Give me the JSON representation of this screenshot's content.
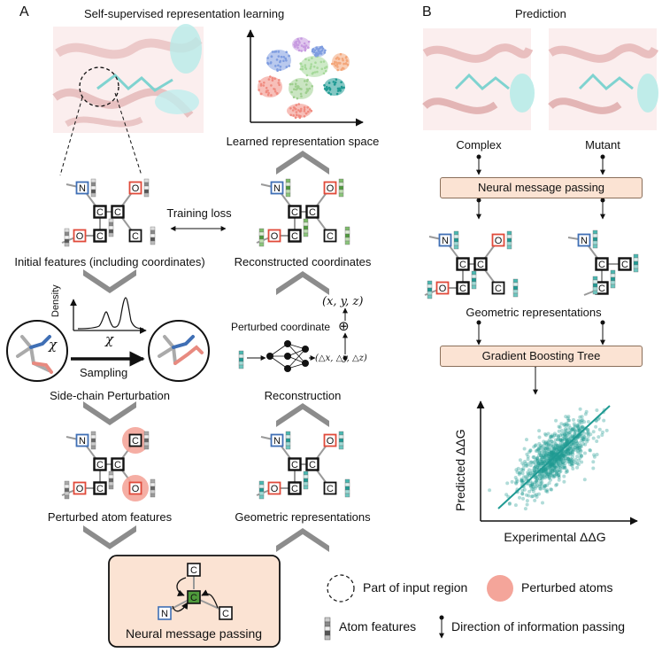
{
  "panels": {
    "a_letter": "A",
    "b_letter": "B",
    "a_title": "Self-supervised representation learning",
    "b_title": "Prediction"
  },
  "panel_a": {
    "learned_space": "Learned representation space",
    "training_loss": "Training loss",
    "initial_features": "Initial features (including coordinates)",
    "reconstructed_coordinates": "Reconstructed coordinates",
    "density_label": "Density",
    "chi_symbol": "χ",
    "sampling": "Sampling",
    "side_chain_perturbation": "Side-chain Perturbation",
    "perturbed_coordinate": "Perturbed coordinate",
    "xyz": "(x, y, z)",
    "delta_xyz": "(△x, △y, △z)",
    "oplus": "⊕",
    "reconstruction": "Reconstruction",
    "perturbed_atom_features": "Perturbed atom features",
    "geometric_representations": "Geometric representations",
    "neural_message_passing": "Neural message passing"
  },
  "atoms": {
    "n": "N",
    "c": "C",
    "o": "O"
  },
  "panel_b": {
    "complex": "Complex",
    "mutant": "Mutant",
    "neural_message_passing": "Neural message passing",
    "geometric_representations": "Geometric representations",
    "gradient_boosting_tree": "Gradient Boosting Tree",
    "ylabel": "Predicted ΔΔG",
    "xlabel": "Experimental  ΔΔG"
  },
  "legend": {
    "input_region": "Part of input region",
    "perturbed_atoms": "Perturbed atoms",
    "atom_features": "Atom features",
    "information_passing": "Direction of information passing"
  },
  "colors": {
    "teal": "#1f9a93",
    "salmon": "#f08b80",
    "box_fill": "#fbe3d3",
    "n_blue": "#3f6fb5",
    "o_red": "#e04a3a",
    "chevron": "#8c8c8c"
  },
  "chart_data": {
    "type": "scatter",
    "xlabel": "Experimental  ΔΔG",
    "ylabel": "Predicted ΔΔG",
    "grid": false,
    "trend_line": true
  }
}
